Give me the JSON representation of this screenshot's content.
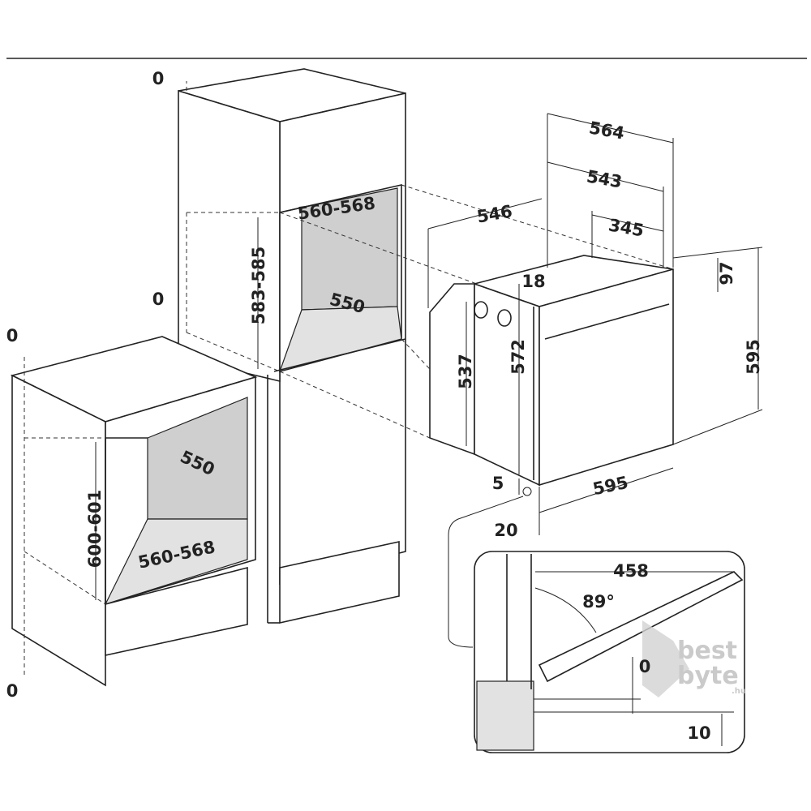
{
  "dimensions": {
    "clearance_top_tall": "0",
    "clearance_mid_tall": "0",
    "clearance_top_base": "0",
    "clearance_bottom_base": "0",
    "tall_niche_width": "560-568",
    "tall_niche_height": "583-585",
    "tall_niche_depth": "550",
    "base_niche_depth": "550",
    "base_niche_height": "600-601",
    "base_niche_width": "560-568",
    "oven_top_width": "564",
    "oven_body_width": "543",
    "oven_depth": "546",
    "oven_rear_width": "345",
    "oven_offset": "18",
    "oven_top_panel": "97",
    "oven_height": "595",
    "oven_body_height": "537",
    "oven_inner_height": "572",
    "oven_bottom_gap": "5",
    "oven_front_width": "595",
    "oven_door_thickness": "20",
    "door_open_depth": "458",
    "door_angle": "89°",
    "door_clearance_min": "0",
    "door_clearance_max": "10"
  },
  "watermark": {
    "line1": "best",
    "line2": "byte",
    "suffix": ".hu"
  },
  "colors": {
    "line": "#222222",
    "niche_fill": "#cfcfcf",
    "watermark": "#bdbdbd"
  }
}
